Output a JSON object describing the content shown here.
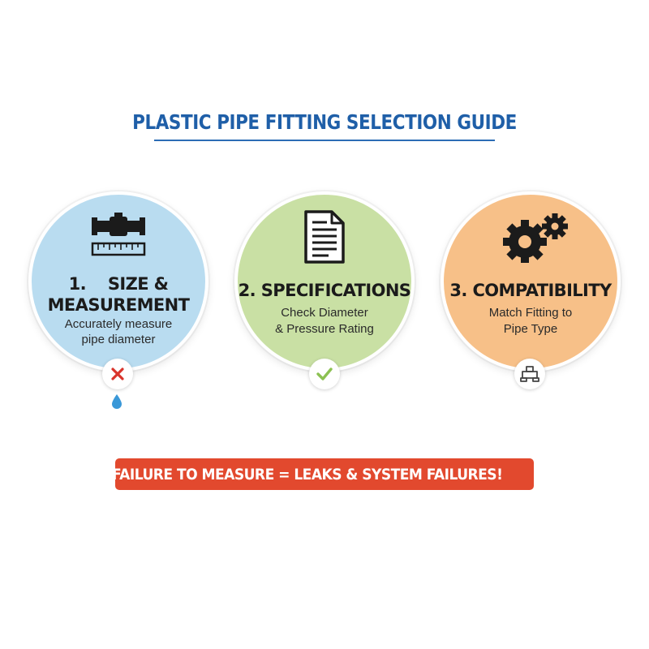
{
  "title": "PLASTIC PIPE FITTING SELECTION GUIDE",
  "colors": {
    "title": "#1f5fa8",
    "step1_bg": "#b9dcf0",
    "step2_bg": "#c9e0a4",
    "step3_bg": "#f7c088",
    "banner_bg": "#e2492e",
    "fail_mark": "#d9342b",
    "ok_mark": "#8cc152",
    "drop": "#3a98d8"
  },
  "steps": [
    {
      "title_line1": "1.    SIZE &",
      "title_line2": "MEASUREMENT",
      "desc_line1": "Accurately measure",
      "desc_line2": "pipe diameter",
      "icon": "pipe-ruler-icon",
      "badge": "x-mark-icon"
    },
    {
      "title_line1": "2. SPECIFICATIONS",
      "desc_line1": "Check Diameter",
      "desc_line2": "& Pressure Rating",
      "icon": "document-icon",
      "badge": "checkmark-icon"
    },
    {
      "title_line1": "3. COMPATIBILITY",
      "desc_line1": "Match Fitting to",
      "desc_line2": "Pipe Type",
      "icon": "gears-icon",
      "badge": "pipe-fitting-icon"
    }
  ],
  "warning": {
    "text": "FAILURE TO MEASURE = LEAKS & SYSTEM FAILURES!",
    "icon": "warning-triangle-icon"
  }
}
